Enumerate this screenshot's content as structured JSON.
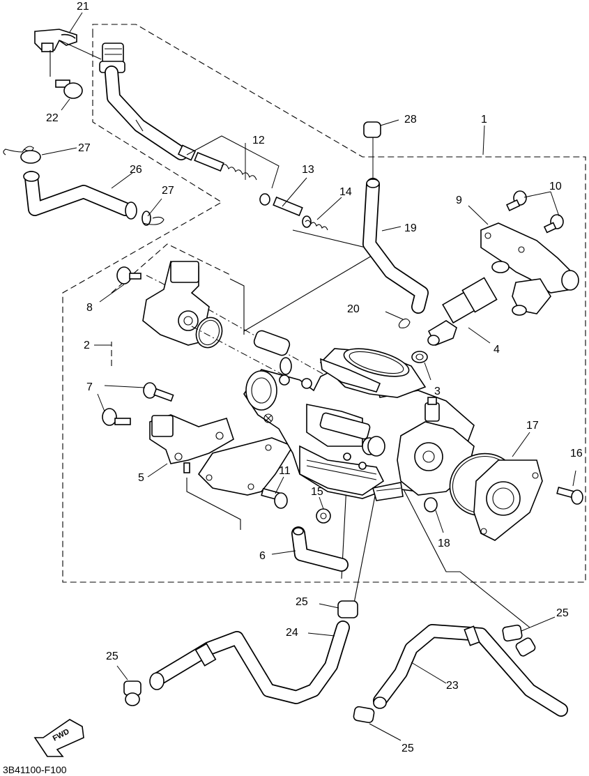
{
  "diagram": {
    "document_id": "3B41100-F100",
    "fwd_label": "FWD",
    "callouts": [
      {
        "id": "1",
        "label": "1"
      },
      {
        "id": "2",
        "label": "2"
      },
      {
        "id": "3",
        "label": "3"
      },
      {
        "id": "4",
        "label": "4"
      },
      {
        "id": "5",
        "label": "5"
      },
      {
        "id": "6",
        "label": "6"
      },
      {
        "id": "7",
        "label": "7"
      },
      {
        "id": "8",
        "label": "8"
      },
      {
        "id": "9",
        "label": "9"
      },
      {
        "id": "10",
        "label": "10"
      },
      {
        "id": "11",
        "label": "11"
      },
      {
        "id": "12",
        "label": "12"
      },
      {
        "id": "13",
        "label": "13"
      },
      {
        "id": "14",
        "label": "14"
      },
      {
        "id": "15",
        "label": "15"
      },
      {
        "id": "16",
        "label": "16"
      },
      {
        "id": "17",
        "label": "17"
      },
      {
        "id": "18",
        "label": "18"
      },
      {
        "id": "19",
        "label": "19"
      },
      {
        "id": "20",
        "label": "20"
      },
      {
        "id": "21",
        "label": "21"
      },
      {
        "id": "22",
        "label": "22"
      },
      {
        "id": "23",
        "label": "23"
      },
      {
        "id": "24",
        "label": "24"
      },
      {
        "id": "25a",
        "label": "25"
      },
      {
        "id": "25b",
        "label": "25"
      },
      {
        "id": "25c",
        "label": "25"
      },
      {
        "id": "25d",
        "label": "25"
      },
      {
        "id": "26",
        "label": "26"
      },
      {
        "id": "27a",
        "label": "27"
      },
      {
        "id": "27b",
        "label": "27"
      },
      {
        "id": "28",
        "label": "28"
      }
    ]
  }
}
